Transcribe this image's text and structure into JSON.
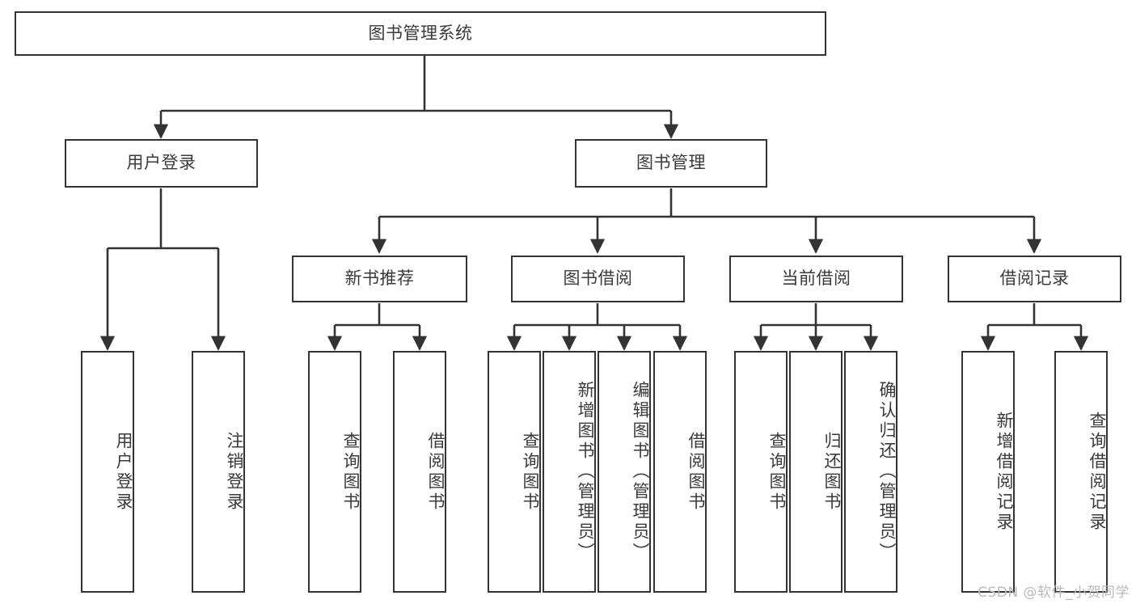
{
  "diagram": {
    "title_node": {
      "label": "图书管理系统"
    },
    "level2": [
      {
        "label": "用户登录"
      },
      {
        "label": "图书管理"
      }
    ],
    "level3": [
      {
        "label": "新书推荐"
      },
      {
        "label": "图书借阅"
      },
      {
        "label": "当前借阅"
      },
      {
        "label": "借阅记录"
      }
    ],
    "leaves": {
      "user_login": [
        {
          "label": "用户登录"
        },
        {
          "label": "注销登录"
        }
      ],
      "new_book_recommend": [
        {
          "label": "查询图书"
        },
        {
          "label": "借阅图书"
        }
      ],
      "book_borrow": [
        {
          "label": "查询图书"
        },
        {
          "label": "新增图书（管理员）"
        },
        {
          "label": "编辑图书（管理员）"
        },
        {
          "label": "借阅图书"
        }
      ],
      "current_borrow": [
        {
          "label": "查询图书"
        },
        {
          "label": "归还图书"
        },
        {
          "label": "确认归还（管理员）"
        }
      ],
      "borrow_record": [
        {
          "label": "新增借阅记录"
        },
        {
          "label": "查询借阅记录"
        }
      ]
    }
  },
  "watermark": {
    "text": "CSDN @软件_小贺同学"
  },
  "colors": {
    "stroke": "#333333",
    "fill": "#ffffff",
    "text": "#3a3a3a",
    "watermark": "#b9b9b9"
  }
}
